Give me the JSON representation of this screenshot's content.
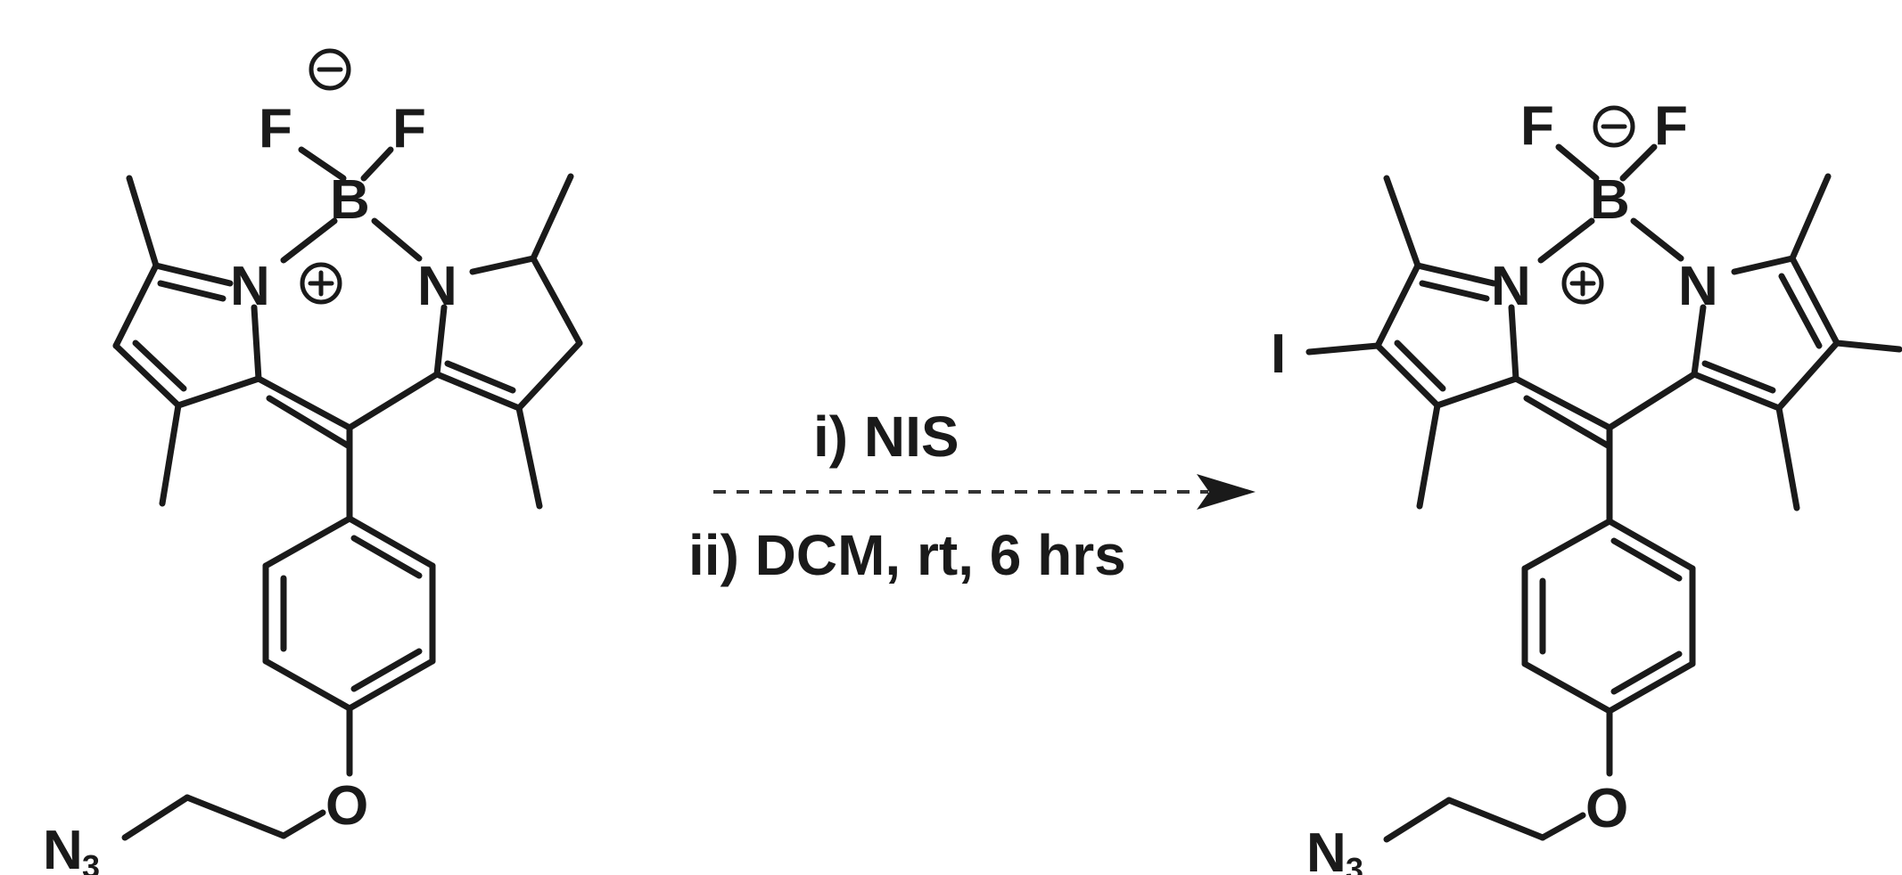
{
  "reactant": {
    "atoms": {
      "boron": "B",
      "fluorine_left": "F",
      "fluorine_right": "F",
      "nitrogen_left": "N",
      "nitrogen_right": "N",
      "oxygen": "O",
      "azide_n": "N",
      "azide_sub": "3"
    }
  },
  "product": {
    "atoms": {
      "boron": "B",
      "fluorine_left": "F",
      "fluorine_right": "F",
      "nitrogen_left": "N",
      "nitrogen_right": "N",
      "oxygen": "O",
      "iodine_left": "I",
      "azide_n": "N",
      "azide_sub": "3"
    }
  },
  "conditions": {
    "step1": "i) NIS",
    "step2": "ii) DCM, rt, 6 hrs"
  }
}
